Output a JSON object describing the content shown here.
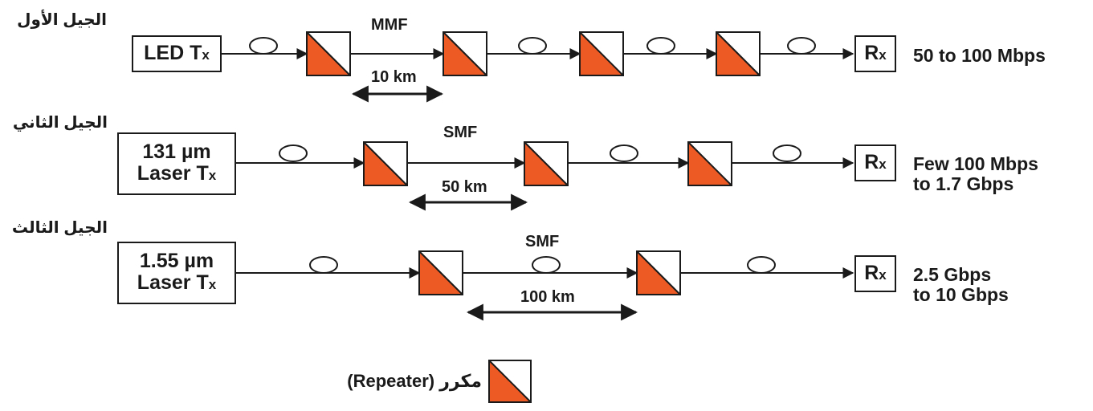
{
  "colors": {
    "repeater_fill": "#ee5a24",
    "line": "#1a1a1a",
    "background": "#ffffff"
  },
  "generations": [
    {
      "label": "الجيل الأول",
      "tx_lines": [
        {
          "main": "LED T",
          "sub": "x"
        }
      ],
      "fiber": "MMF",
      "span": "10 km",
      "rx": {
        "main": "R",
        "sub": "x"
      },
      "rate_lines": [
        "50 to 100 Mbps"
      ]
    },
    {
      "label": "الجيل الثاني",
      "tx_lines": [
        {
          "main": "131 µm",
          "sub": ""
        },
        {
          "main": "Laser T",
          "sub": "x"
        }
      ],
      "fiber": "SMF",
      "span": "50 km",
      "rx": {
        "main": "R",
        "sub": "x"
      },
      "rate_lines": [
        "Few 100 Mbps",
        "to 1.7 Gbps"
      ]
    },
    {
      "label": "الجيل الثالث",
      "tx_lines": [
        {
          "main": "1.55 µm",
          "sub": ""
        },
        {
          "main": "Laser T",
          "sub": "x"
        }
      ],
      "fiber": "SMF",
      "span": "100 km",
      "rx": {
        "main": "R",
        "sub": "x"
      },
      "rate_lines": [
        "2.5 Gbps",
        "to 10 Gbps"
      ]
    }
  ],
  "legend": {
    "text": "مكرر (Repeater)",
    "icon": "repeater-icon"
  }
}
